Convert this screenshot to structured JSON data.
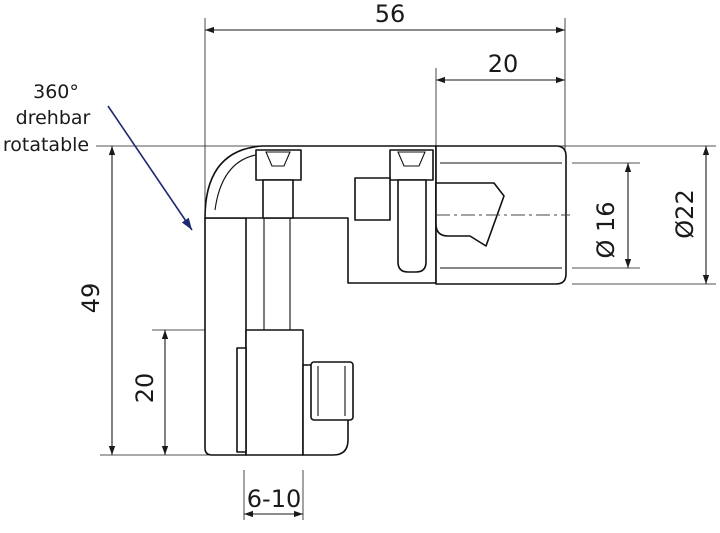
{
  "dimensions": {
    "overall_width": "56",
    "tube_length": "20",
    "inner_diameter": "Ø 16",
    "outer_diameter": "Ø22",
    "height": "49",
    "clamp_height": "20",
    "clamp_range": "6-10"
  },
  "callout": {
    "line1": "360°",
    "line2": "drehbar",
    "line3": "rotatable",
    "color": "#1e2a6e"
  },
  "colors": {
    "line": "#111111",
    "background": "#ffffff"
  }
}
